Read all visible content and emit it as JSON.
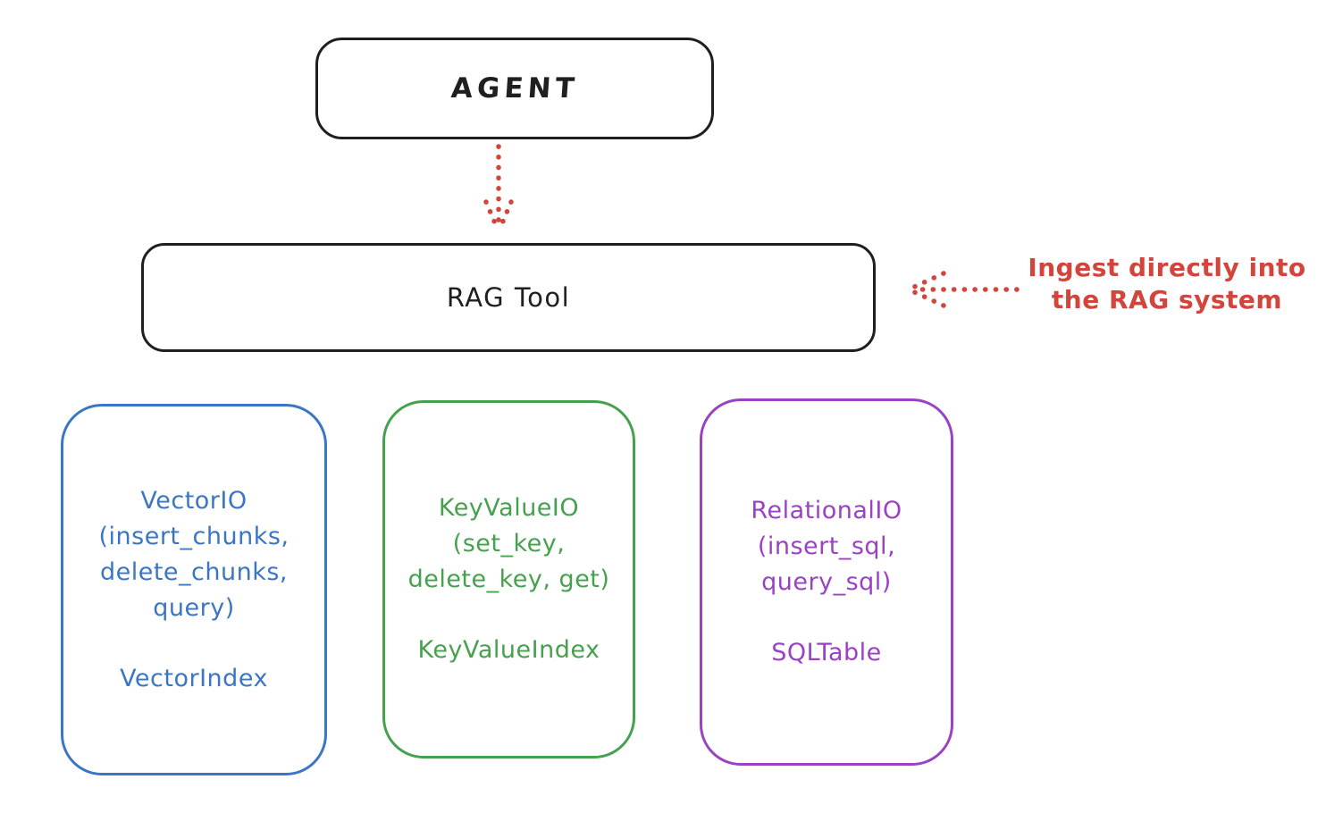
{
  "palette": {
    "ink": "#1f1f1f",
    "red": "#d2453d",
    "blue": "#3b76c4",
    "green": "#46a14e",
    "purple": "#9b41c4",
    "background": "#ffffff"
  },
  "agent": {
    "label": "AGENT"
  },
  "rag_tool": {
    "label": "RAG Tool"
  },
  "annotation": {
    "line1": "Ingest directly into",
    "line2": "the RAG system"
  },
  "backends": [
    {
      "id": "vector-io",
      "color": "#3b76c4",
      "lines": [
        "VectorIO",
        "(insert_chunks,",
        "delete_chunks,",
        "query)"
      ],
      "index": "VectorIndex"
    },
    {
      "id": "keyvalue-io",
      "color": "#46a14e",
      "lines": [
        "KeyValueIO",
        "(set_key,",
        "delete_key, get)"
      ],
      "index": "KeyValueIndex"
    },
    {
      "id": "relational-io",
      "color": "#9b41c4",
      "lines": [
        "RelationalIO",
        "(insert_sql,",
        "query_sql)"
      ],
      "index": "SQLTable"
    }
  ]
}
